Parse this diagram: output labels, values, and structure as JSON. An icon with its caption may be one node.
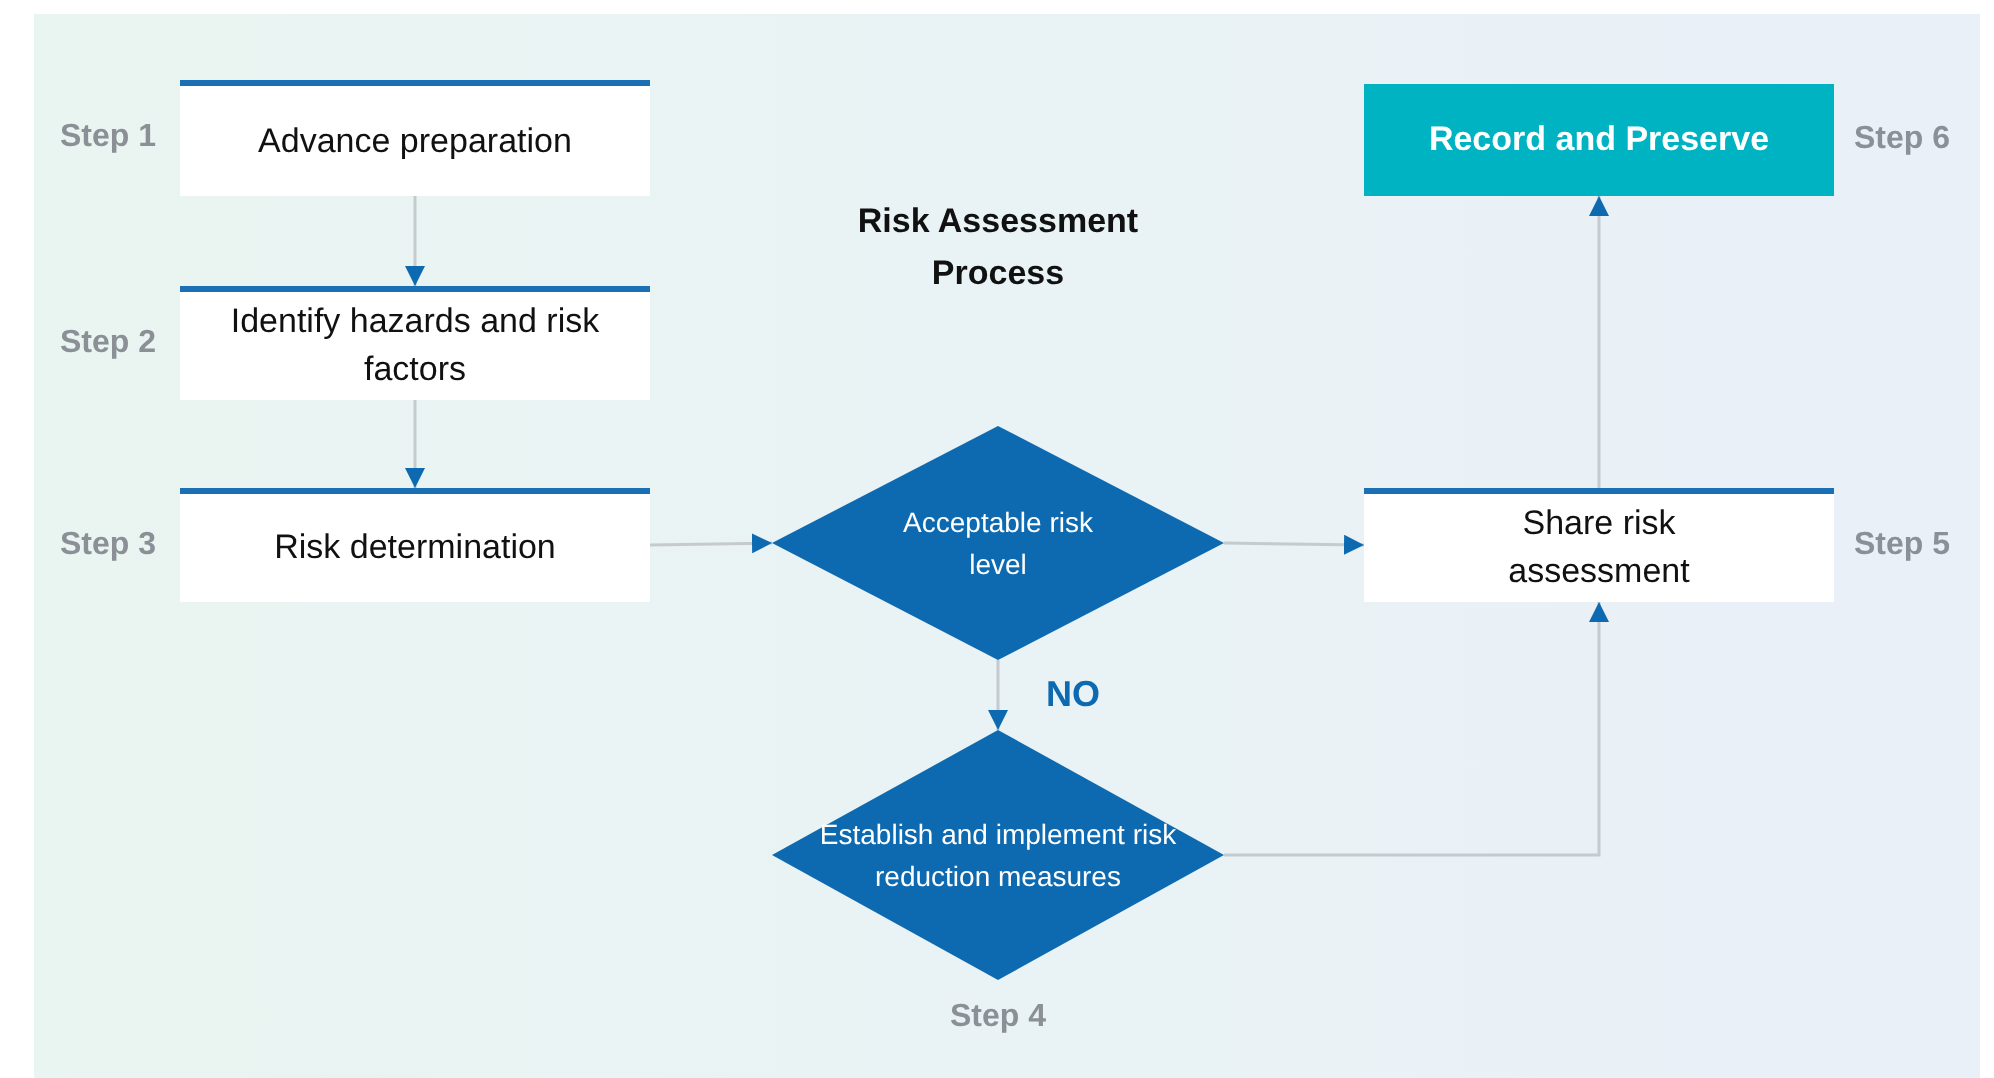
{
  "diagram": {
    "title": "Risk Assessment Process",
    "nodes": [
      {
        "text": [
          "Advance preparation"
        ],
        "beside": [
          "Step 1"
        ]
      },
      {
        "text": [
          "Identify hazards and risk factors"
        ],
        "beside": [
          "Step 2"
        ]
      },
      {
        "text": [
          "Risk determination"
        ],
        "beside": [
          "Step 3"
        ]
      },
      {
        "text": [
          "Acceptable risk level"
        ]
      },
      {
        "text": [
          "Establish and implement risk reduction measures"
        ],
        "beside": [
          "Step 4"
        ]
      },
      {
        "text": [
          "Share risk assessment"
        ],
        "beside": [
          "Step 5"
        ]
      },
      {
        "text": [
          "Record and Preserve"
        ],
        "beside": [
          "Step 6"
        ]
      }
    ],
    "edges": [
      {
        "from": 0,
        "to": 1,
        "arrow": "to"
      },
      {
        "from": 1,
        "to": 2,
        "arrow": "to"
      },
      {
        "from": 2,
        "to": 3,
        "arrow": "to"
      },
      {
        "from": 3,
        "to": 5,
        "arrow": "to"
      },
      {
        "from": 3,
        "to": 4,
        "arrow": "to",
        "label": "NO"
      },
      {
        "from": 4,
        "to": 5,
        "arrow": "to"
      },
      {
        "from": 5,
        "to": 6,
        "arrow": "to"
      }
    ]
  }
}
